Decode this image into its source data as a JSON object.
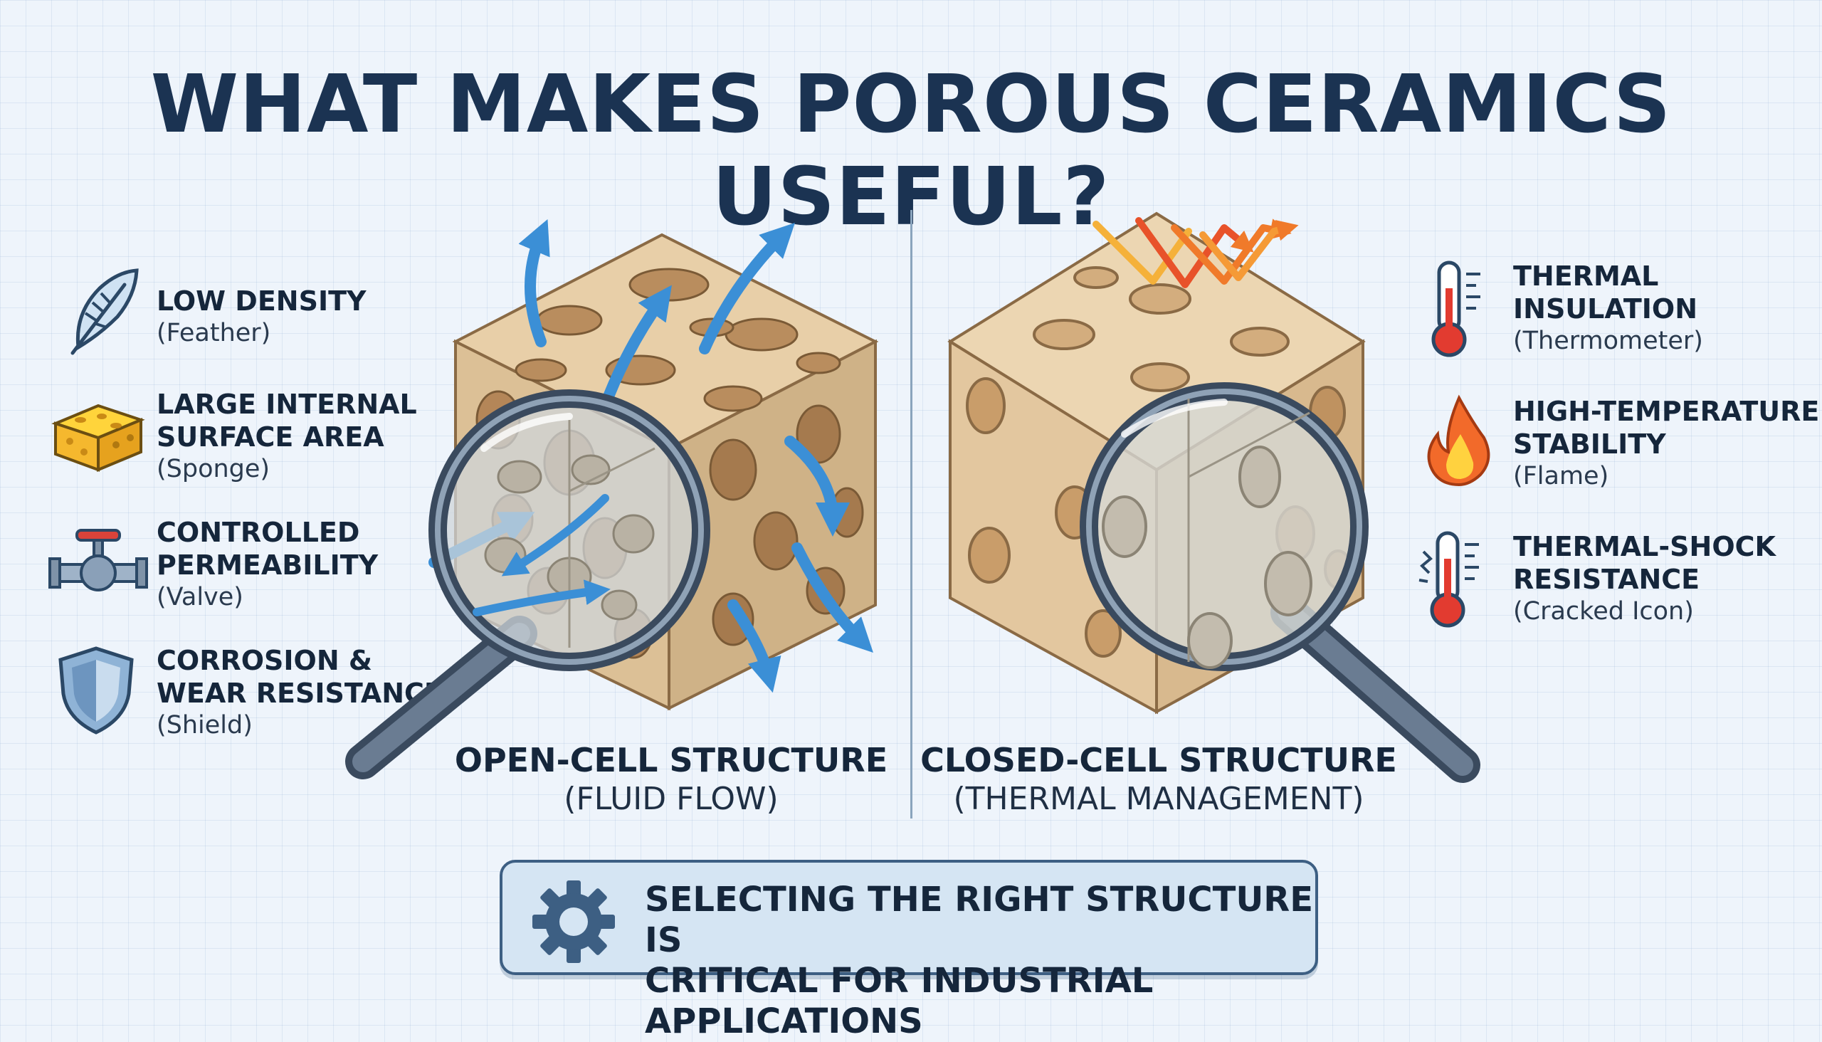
{
  "title": "WHAT MAKES POROUS CERAMICS USEFUL?",
  "left_features": [
    {
      "title": "LOW DENSITY",
      "sub": "(Feather)",
      "icon": "feather-icon"
    },
    {
      "title": "LARGE INTERNAL\nSURFACE AREA",
      "sub": "(Sponge)",
      "icon": "sponge-icon"
    },
    {
      "title": "CONTROLLED\nPERMEABILITY",
      "sub": "(Valve)",
      "icon": "valve-icon"
    },
    {
      "title": "CORROSION &\nWEAR RESISTANCE",
      "sub": "(Shield)",
      "icon": "shield-icon"
    }
  ],
  "right_features": [
    {
      "title": "THERMAL\nINSULATION",
      "sub": "(Thermometer)",
      "icon": "thermometer-icon"
    },
    {
      "title": "HIGH-TEMPERATURE\nSTABILITY",
      "sub": "(Flame)",
      "icon": "flame-icon"
    },
    {
      "title": "THERMAL-SHOCK\nRESISTANCE",
      "sub": "(Cracked Icon)",
      "icon": "cracked-thermometer-icon"
    }
  ],
  "open_cell": {
    "caption": "OPEN-CELL STRUCTURE",
    "sub": "(FLUID FLOW)"
  },
  "closed_cell": {
    "caption": "CLOSED-CELL STRUCTURE",
    "sub": "(THERMAL MANAGEMENT)"
  },
  "banner": {
    "text": "SELECTING THE RIGHT STRUCTURE IS\nCRITICAL FOR INDUSTRIAL APPLICATIONS"
  },
  "colors": {
    "navy": "#1b3352",
    "ceramic": "#e8cfa8",
    "ceramic_dark": "#b98d5e",
    "flow_blue": "#3b8fd6",
    "heat_orange": "#f07a2a",
    "banner_bg": "#d5e5f3"
  }
}
